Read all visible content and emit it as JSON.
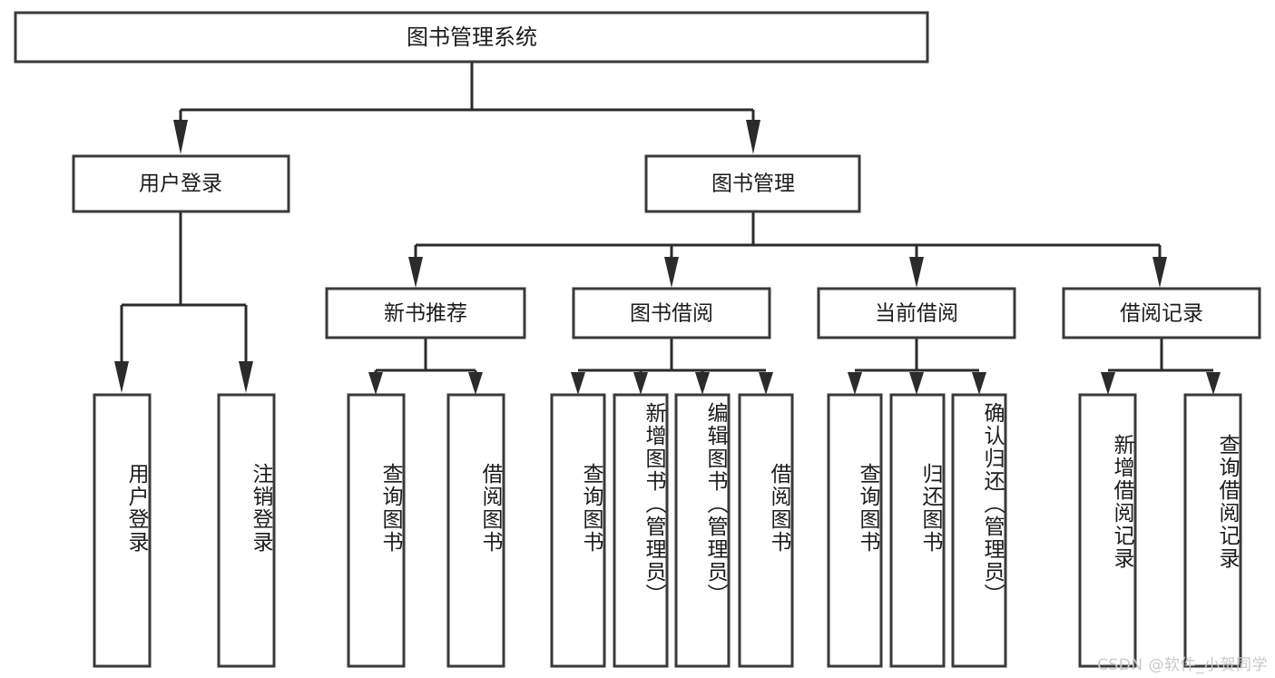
{
  "diagram": {
    "type": "tree",
    "title": "图书管理系统",
    "root": {
      "id": "root",
      "label": "图书管理系统",
      "level": 1
    },
    "level2": [
      {
        "id": "user-login",
        "label": "用户登录"
      },
      {
        "id": "book-management",
        "label": "图书管理"
      }
    ],
    "level3": [
      {
        "id": "new-book-recommend",
        "label": "新书推荐",
        "parent": "book-management"
      },
      {
        "id": "book-borrow",
        "label": "图书借阅",
        "parent": "book-management"
      },
      {
        "id": "current-borrow",
        "label": "当前借阅",
        "parent": "book-management"
      },
      {
        "id": "borrow-record",
        "label": "借阅记录",
        "parent": "book-management"
      }
    ],
    "leaves": {
      "user-login": [
        {
          "id": "leaf-user-login",
          "label": "用户登录"
        },
        {
          "id": "leaf-user-logout",
          "label": "注销登录"
        }
      ],
      "new-book-recommend": [
        {
          "id": "leaf-query-book-1",
          "label": "查询图书"
        },
        {
          "id": "leaf-borrow-book-1",
          "label": "借阅图书"
        }
      ],
      "book-borrow": [
        {
          "id": "leaf-query-book-2",
          "label": "查询图书"
        },
        {
          "id": "leaf-add-book",
          "label": "新增图书（管理员）"
        },
        {
          "id": "leaf-edit-book",
          "label": "编辑图书（管理员）"
        },
        {
          "id": "leaf-borrow-book-2",
          "label": "借阅图书"
        }
      ],
      "current-borrow": [
        {
          "id": "leaf-query-book-3",
          "label": "查询图书"
        },
        {
          "id": "leaf-return-book",
          "label": "归还图书"
        },
        {
          "id": "leaf-confirm-return",
          "label": "确认归还（管理员）"
        }
      ],
      "borrow-record": [
        {
          "id": "leaf-add-record",
          "label": "新增借阅记录"
        },
        {
          "id": "leaf-query-record",
          "label": "查询借阅记录"
        }
      ]
    }
  },
  "watermark": {
    "text": "CSDN @软件_小贺同学"
  },
  "colors": {
    "stroke": "#3a3a3a",
    "connector": "#2b2b2b",
    "text": "#1b1b1b",
    "background": "#ffffff",
    "watermark": "#c9c9c9"
  }
}
